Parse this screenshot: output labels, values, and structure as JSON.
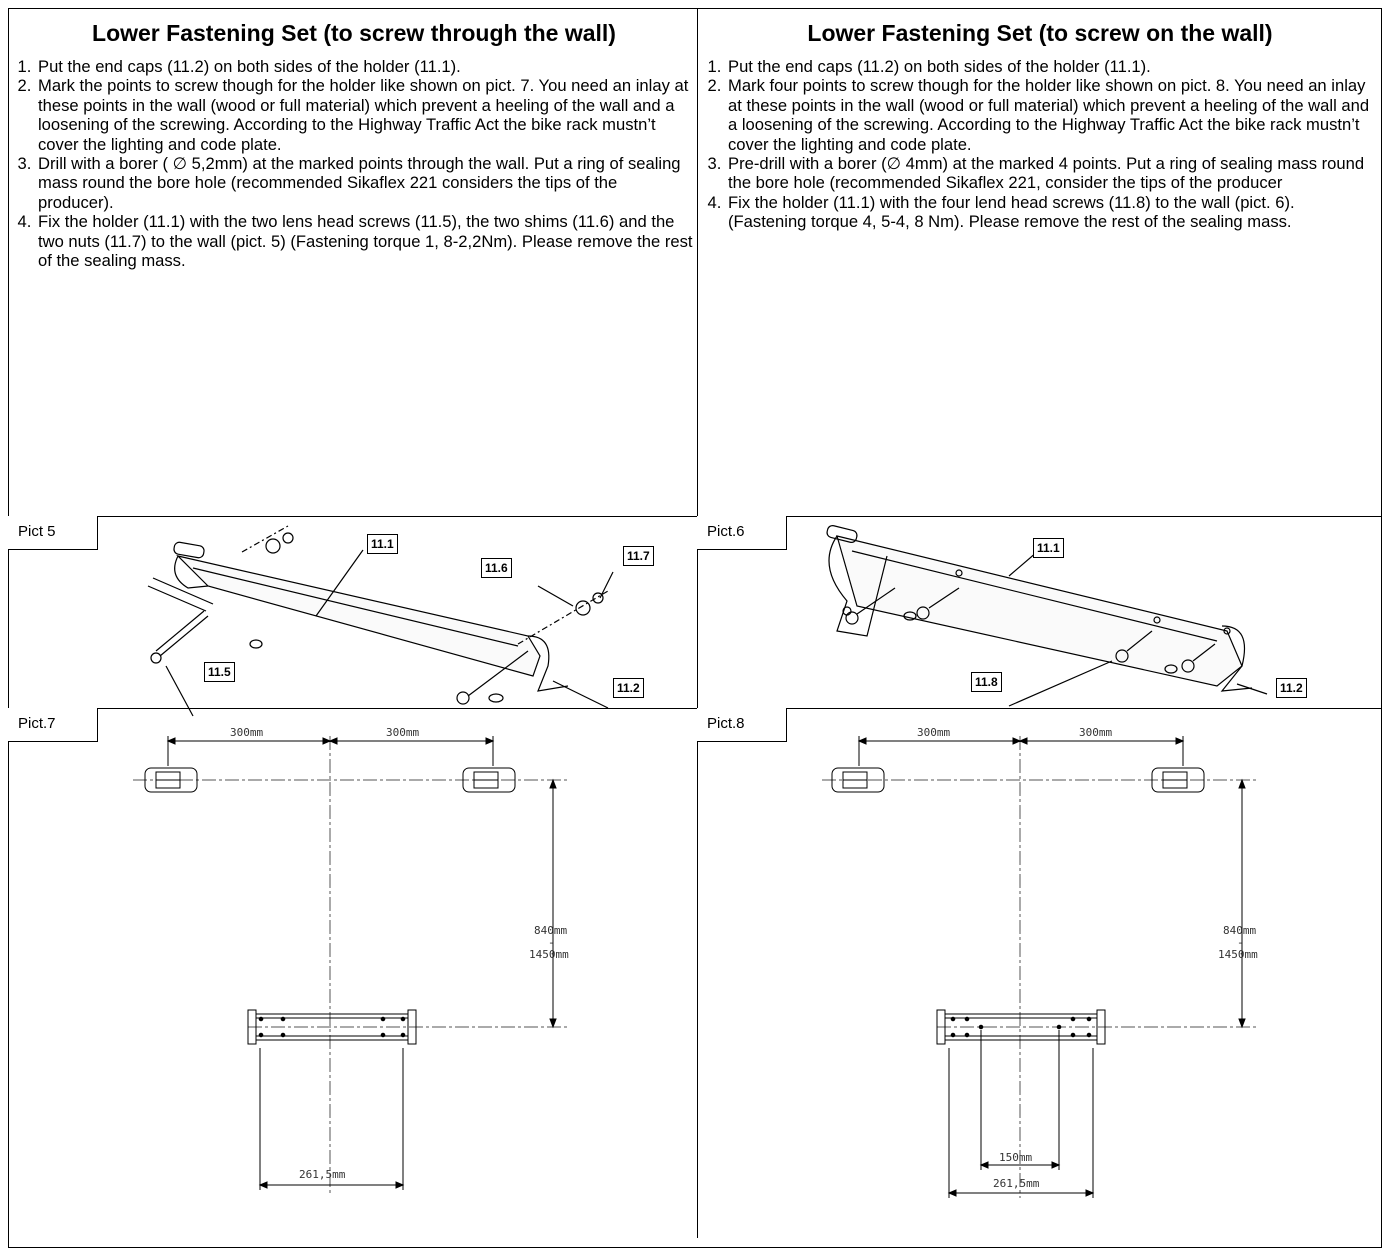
{
  "left": {
    "heading": "Lower Fastening Set (to screw through the wall)",
    "steps": [
      "Put the end caps (11.2) on both sides of the holder (11.1).",
      "Mark the points to screw though for the holder like shown on pict. 7. You need an inlay at these points in the wall (wood or full material) which prevent a heeling of the wall and a loosening of the screwing. According to the Highway Traffic Act the bike rack mustn’t cover the lighting and code plate.",
      "Drill with a borer ( ∅ 5,2mm) at the marked points through the wall. Put a ring of sealing mass round the bore hole (recommended Sikaflex 221 considers the tips of the producer).",
      "Fix the holder (11.1) with the two lens head screws (11.5), the two shims (11.6) and the two nuts (11.7) to the wall (pict. 5) (Fastening torque 1, 8-2,2Nm). Please remove the rest of the sealing mass."
    ],
    "pict_a": {
      "label": "Pict 5",
      "callouts": [
        "11.1",
        "11.6",
        "11.7",
        "11.5",
        "11.2"
      ]
    },
    "pict_b": {
      "label": "Pict.7",
      "dim_top_left": "300mm",
      "dim_top_right": "300mm",
      "dim_height_1": "840mm",
      "dim_height_dash": "-",
      "dim_height_2": "1450mm",
      "dim_width": "261,5mm"
    }
  },
  "right": {
    "heading": "Lower Fastening Set (to screw on the wall)",
    "steps": [
      "Put the end caps (11.2) on both sides of the holder (11.1).",
      "Mark four points to screw though for the holder like shown on pict. 8. You need an inlay at these points in the wall (wood or full material) which prevent a heeling of the wall and a loosening of the screwing. According to the Highway Traffic Act the bike rack mustn’t cover the lighting and code plate.",
      "Pre-drill with a borer (∅ 4mm) at the marked 4 points. Put a ring of sealing mass round the bore hole (recommended Sikaflex 221, consider the tips of the producer",
      "Fix the holder (11.1) with the four lend head screws (11.8) to the wall (pict. 6). (Fastening torque 4, 5-4, 8 Nm). Please remove the rest of the sealing mass."
    ],
    "pict_a": {
      "label": "Pict.6",
      "callouts": [
        "11.1",
        "11.8",
        "11.2"
      ]
    },
    "pict_b": {
      "label": "Pict.8",
      "dim_top_left": "300mm",
      "dim_top_right": "300mm",
      "dim_height_1": "840mm",
      "dim_height_dash": "-",
      "dim_height_2": "1450mm",
      "dim_inner": "150mm",
      "dim_width": "261,5mm"
    }
  }
}
